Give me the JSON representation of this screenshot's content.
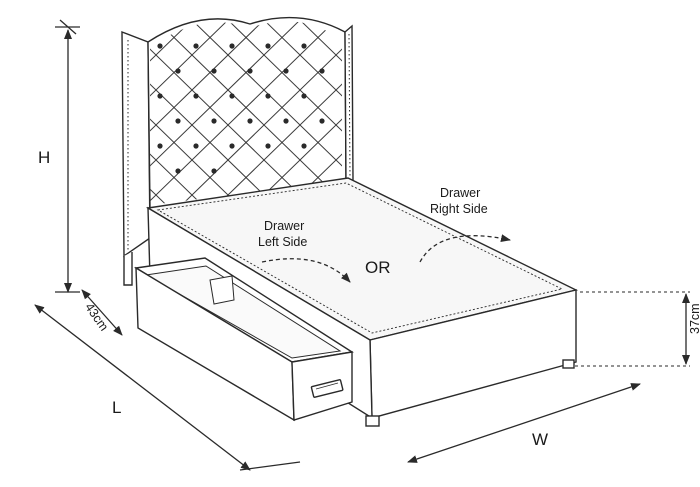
{
  "diagram": {
    "labels": {
      "height": "H",
      "length": "L",
      "width": "W",
      "drawer_depth": "43cm",
      "base_height": "37cm",
      "drawer_right_line1": "Drawer",
      "drawer_right_line2": "Right Side",
      "drawer_left_line1": "Drawer",
      "drawer_left_line2": "Left Side",
      "or": "OR"
    },
    "colors": {
      "line": "#2a2a2a",
      "fill": "#ffffff",
      "mattress_fill": "#f7f7f7"
    }
  }
}
